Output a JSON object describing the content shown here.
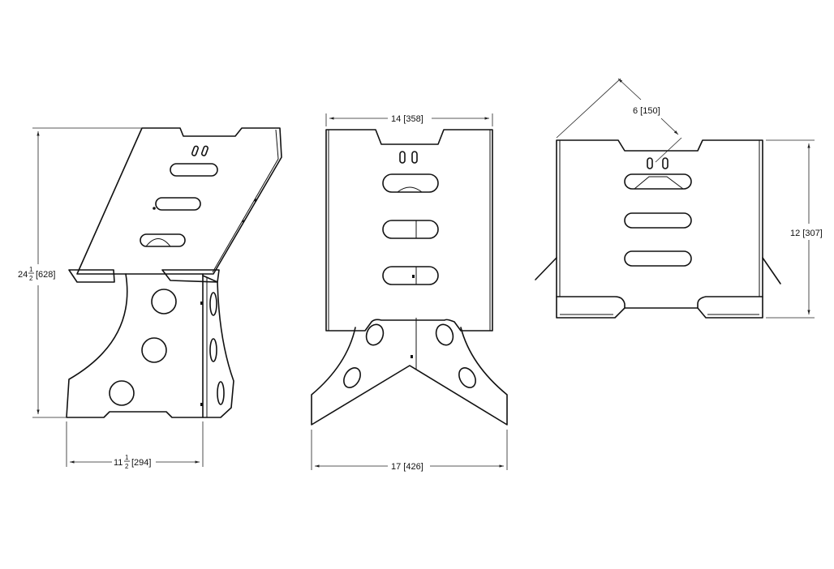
{
  "views": {
    "side": {
      "name": "side-view"
    },
    "front": {
      "name": "front-view"
    },
    "top": {
      "name": "top-view"
    }
  },
  "dimensions": {
    "height": {
      "whole": "24",
      "num": "1",
      "den": "2",
      "metric": "[628]"
    },
    "side_width": {
      "whole": "11",
      "num": "1",
      "den": "2",
      "metric": "[294]"
    },
    "front_top_width": {
      "text": "14 [358]"
    },
    "front_base_width": {
      "text": "17 [426]"
    },
    "top_depth": {
      "text": "12 [307]"
    },
    "angled": {
      "text": "6 [150]"
    }
  },
  "colors": {
    "line": "#111111",
    "background": "#ffffff"
  }
}
